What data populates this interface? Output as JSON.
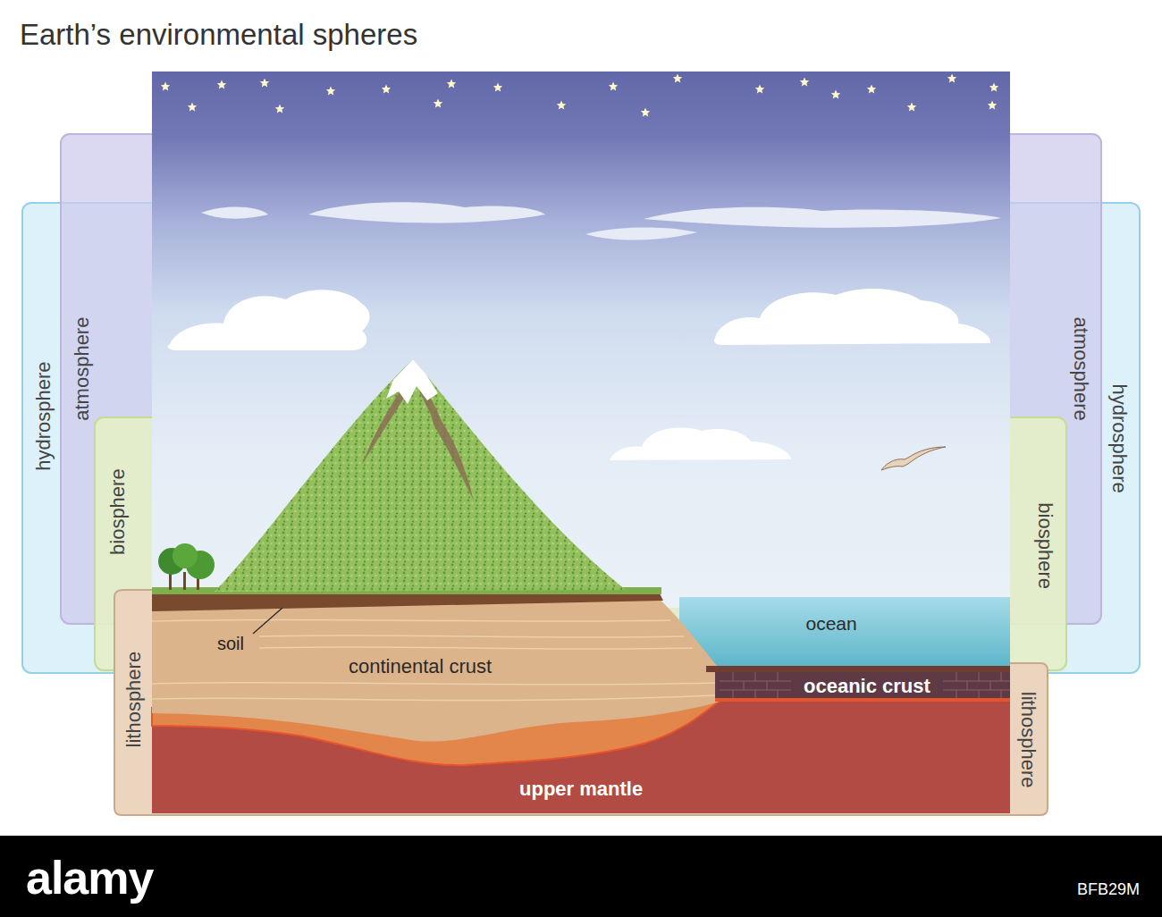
{
  "diagram": {
    "title": "Earth’s environmental spheres",
    "nodes": [
      {
        "text": [
          "hydrosphere",
          "hydrosphere"
        ]
      },
      {
        "text": [
          "atmosphere",
          "atmosphere"
        ]
      },
      {
        "text": [
          "biosphere",
          "biosphere"
        ]
      },
      {
        "text": [
          "lithosphere",
          "lithosphere"
        ]
      }
    ],
    "labels": [
      "soil",
      "continental crust",
      "ocean",
      "oceanic crust",
      "upper mantle",
      "alamy",
      "BFB29M"
    ]
  }
}
